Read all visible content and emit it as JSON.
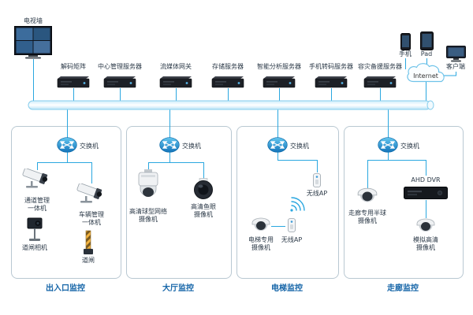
{
  "colors": {
    "line": "#2aa7e0",
    "zone_border": "#b9c8d2",
    "zone_title": "#1565a8",
    "label": "#2c3a48"
  },
  "header": {
    "tv_wall_label": "电视墙",
    "servers": [
      {
        "label": "解码矩阵"
      },
      {
        "label": "中心管理服务器"
      },
      {
        "label": "流媒体网关"
      },
      {
        "label": "存储服务器"
      },
      {
        "label": "智能分析服务器"
      },
      {
        "label": "手机转码服务器"
      },
      {
        "label": "容灾备援服务器"
      }
    ],
    "clients": {
      "phone": "手机",
      "pad": "Pad",
      "desktop": "客户端",
      "internet": "Internet"
    }
  },
  "zones": [
    {
      "title": "出入口监控",
      "switch_label": "交换机",
      "devices": {
        "channel_allinone": "通道管理一体机",
        "vehicle_allinone": "车辆管理一体机",
        "barrier_camera": "道闸相机",
        "barrier_gate": "道闸"
      }
    },
    {
      "title": "大厅监控",
      "switch_label": "交换机",
      "devices": {
        "ptz_camera": "高清球型网络摄像机",
        "fisheye_camera": "高清鱼眼摄像机"
      }
    },
    {
      "title": "电梯监控",
      "switch_label": "交换机",
      "devices": {
        "wireless_ap_top": "无线AP",
        "elevator_camera": "电梯专用摄像机",
        "wireless_ap_bottom": "无线AP"
      }
    },
    {
      "title": "走廊监控",
      "switch_label": "交换机",
      "devices": {
        "corridor_dome": "走廊专用半球摄像机",
        "dvr": "AHD DVR",
        "analog_camera": "模拟高清摄像机"
      }
    }
  ]
}
